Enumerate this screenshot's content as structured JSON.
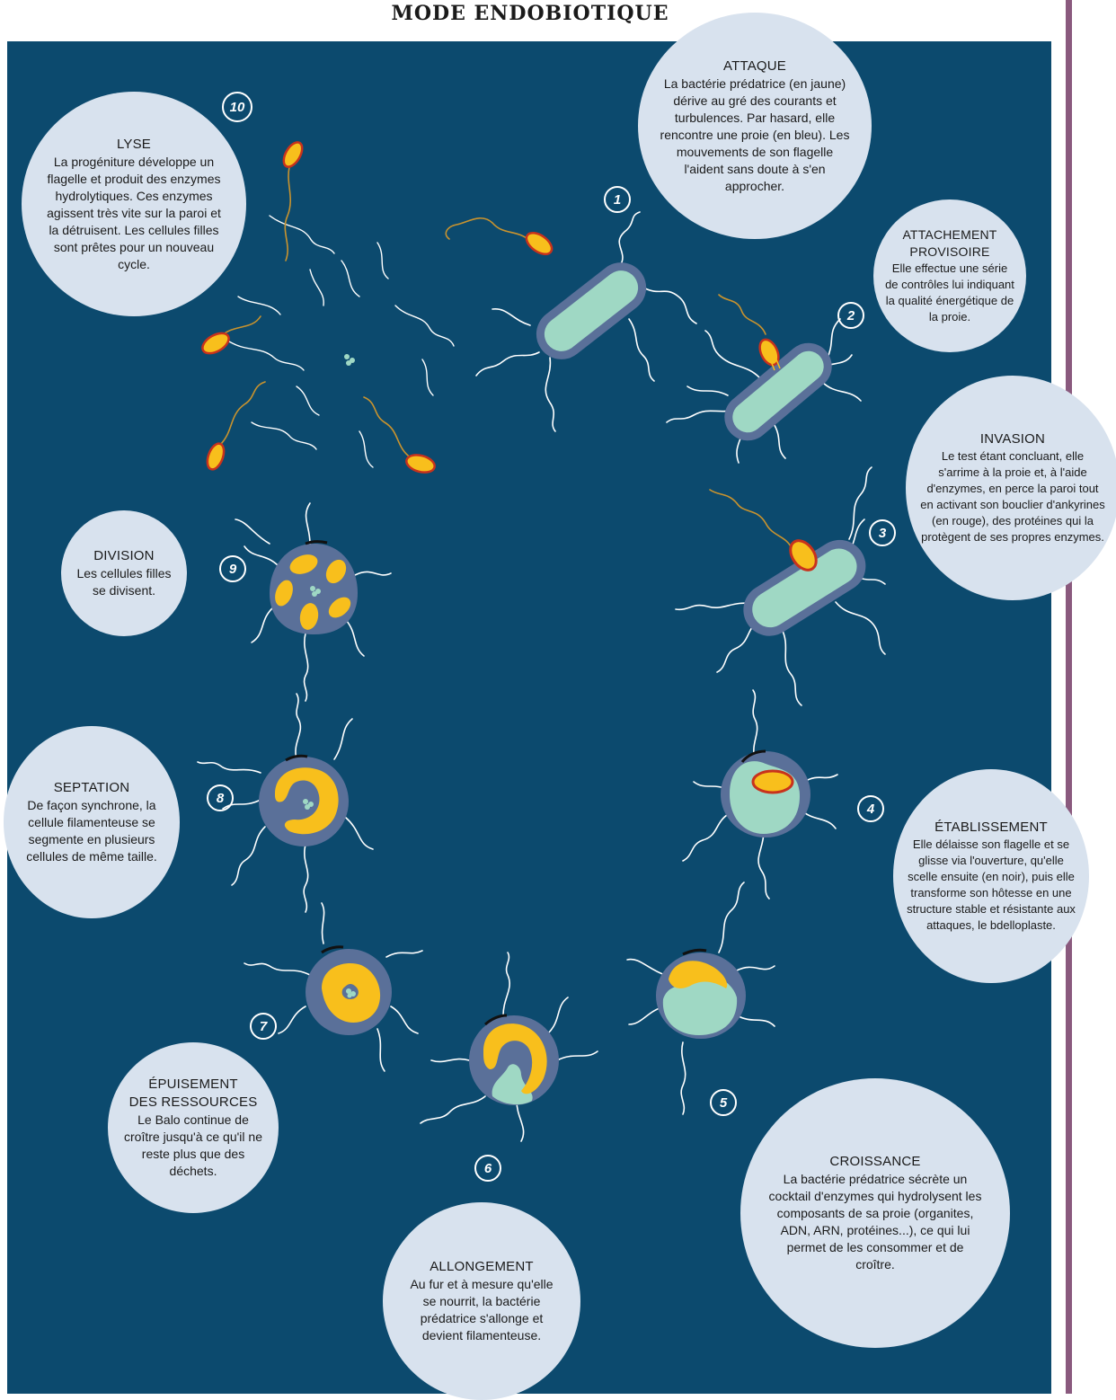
{
  "page": {
    "title": "MODE ENDOBIOTIQUE"
  },
  "colors": {
    "panel": "#0c4a6e",
    "bubble": "#d8e2ee",
    "prey_wall": "#5a7099",
    "prey_cytoplasm": "#9fd8c4",
    "predator": "#f8bf1c",
    "ankyrin_shield": "#c8321c",
    "seal": "#111111",
    "flagellum_predator": "#c9932e",
    "flagellum_prey": "#ffffff",
    "side_rule": "#8a5a7e"
  },
  "steps": [
    {
      "number": "1",
      "title": "ATTAQUE",
      "text": "La bactérie prédatrice (en jaune) dérive au gré des courants et turbulences. Par hasard, elle rencontre une proie (en bleu). Les mouvements de son flagelle l'aident sans doute à s'en approcher."
    },
    {
      "number": "2",
      "title": "ATTACHEMENT\nPROVISOIRE",
      "text": "Elle effectue une série de contrôles lui indiquant la qualité énergétique de la proie."
    },
    {
      "number": "3",
      "title": "INVASION",
      "text": "Le test étant concluant, elle s'arrime à la proie et, à l'aide d'enzymes, en perce la paroi tout en activant son bouclier d'ankyrines (en rouge), des protéines qui la protègent de ses propres enzymes."
    },
    {
      "number": "4",
      "title": "ÉTABLISSEMENT",
      "text": "Elle délaisse son flagelle et se glisse via l'ouverture, qu'elle scelle ensuite (en noir), puis elle transforme son hôtesse en une structure stable et résistante aux attaques, le bdelloplaste."
    },
    {
      "number": "5",
      "title": "CROISSANCE",
      "text": "La bactérie prédatrice sécrète un cocktail d'enzymes qui hydrolysent les composants de sa proie (organites, ADN, ARN, protéines...), ce qui lui permet de les consommer et de croître."
    },
    {
      "number": "6",
      "title": "ALLONGEMENT",
      "text": "Au fur et à mesure qu'elle se nourrit, la bactérie prédatrice s'allonge et devient filamenteuse."
    },
    {
      "number": "7",
      "title": "ÉPUISEMENT\nDES RESSOURCES",
      "text": "Le Balo continue de croître jusqu'à ce qu'il ne reste plus que des déchets."
    },
    {
      "number": "8",
      "title": "SEPTATION",
      "text": "De façon synchrone, la cellule filamenteuse se segmente en plusieurs cellules de même taille."
    },
    {
      "number": "9",
      "title": "DIVISION",
      "text": "Les cellules filles se divisent."
    },
    {
      "number": "10",
      "title": "LYSE",
      "text": "La progéniture développe un flagelle et produit des enzymes hydrolytiques. Ces enzymes agissent très vite sur la paroi et la détruisent. Les cellules filles sont prêtes pour un nouveau cycle."
    }
  ]
}
